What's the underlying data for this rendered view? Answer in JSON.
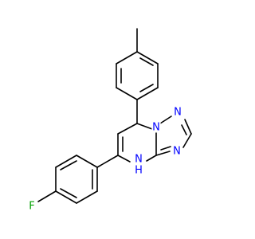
{
  "diagram": {
    "type": "chemical-structure",
    "colors": {
      "background": "#ffffff",
      "bond": "#000000",
      "nitrogen": "#0000ff",
      "fluorine": "#00a000"
    },
    "atom_labels": {
      "n_top": "N",
      "n_upper_right": "N",
      "n_right": "N",
      "nh_label": "N",
      "h_label": "H",
      "fluorine": "F"
    }
  }
}
